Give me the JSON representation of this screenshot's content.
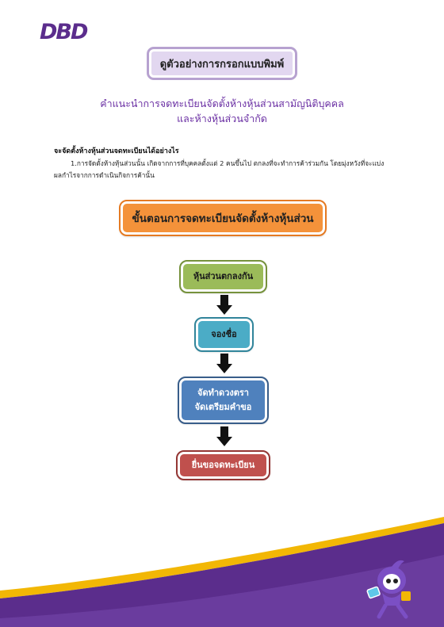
{
  "header": {
    "logo_text": "DBD"
  },
  "title": "ดูตัวอย่างการกรอกแบบพิมพ์",
  "subtitle": {
    "line1": "คำแนะนำการจดทะเบียนจัดตั้งห้างหุ้นส่วนสามัญนิติบุคคล",
    "line2": "และห้างหุ้นส่วนจำกัด"
  },
  "question": "จะจัดตั้งห้างหุ้นส่วนจดทะเบียนได้อย่างไร",
  "paragraph": "1.การจัดตั้งห้างหุ้นส่วนนั้น เกิดจากการที่บุคคลตั้งแต่ 2 คนขึ้นไป ตกลงที่จะทำการค้าร่วมกัน โดยมุ่งหวังที่จะแบ่งผลกำไรจากการดำเนินกิจการค้านั้น",
  "steps_heading": "ขั้นตอนการจดทะเบียนจัดตั้งห้างหุ้นส่วน",
  "flow": {
    "step1": "หุ้นส่วนตกลงกัน",
    "step2": "จองชื่อ",
    "step3_line1": "จัดทำดวงตรา",
    "step3_line2": "จัดเตรียมคำขอ",
    "step4": "ยื่นขอจดทะเบียน"
  },
  "colors": {
    "brand_purple": "#5b2d8c",
    "title_bg": "#e2d7f0",
    "subtitle": "#6a2fa3",
    "steps_orange": "#f4923a",
    "step_green": "#9bbb59",
    "step_teal": "#4bacc6",
    "step_blue": "#4f81bd",
    "step_red": "#c0504d",
    "swoosh_gold": "#f2b705"
  },
  "icons": {
    "logo": "dbd-logo",
    "arrows": "arrow-down-icon",
    "mascot": "dbd-mascot-icon"
  }
}
